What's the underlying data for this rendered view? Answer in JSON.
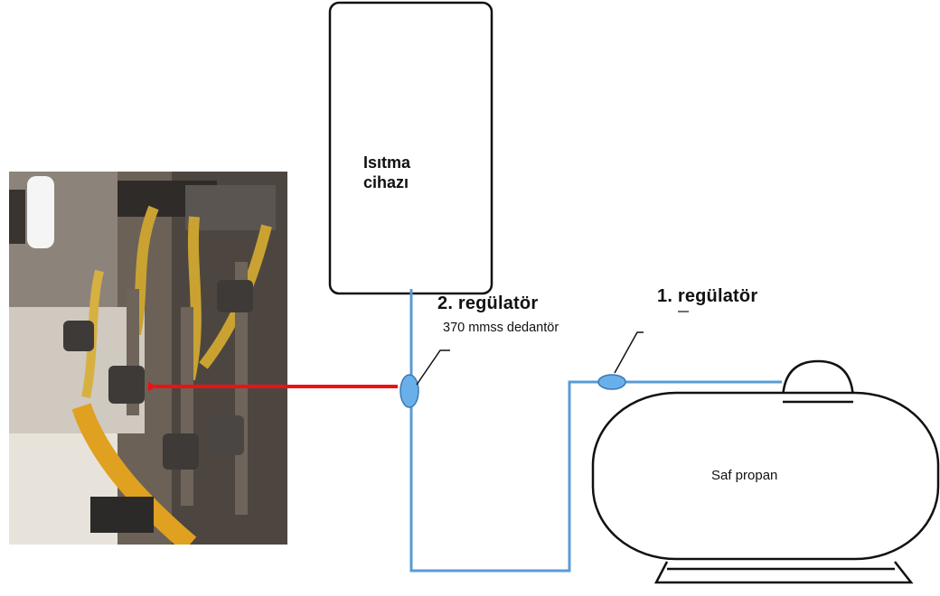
{
  "diagram": {
    "heater": {
      "line1": "Isıtma",
      "line2": "cihazı"
    },
    "regulator2": {
      "label": "2. regülatör",
      "sublabel": "370 mmss dedantör"
    },
    "regulator1": {
      "label": "1. regülatör"
    },
    "tank": {
      "label": "Saf propan"
    },
    "colors": {
      "pipe": "#5b9bd5",
      "regulator": "#69b0ea",
      "arrow": "#ee1111",
      "outline": "#111111"
    }
  }
}
